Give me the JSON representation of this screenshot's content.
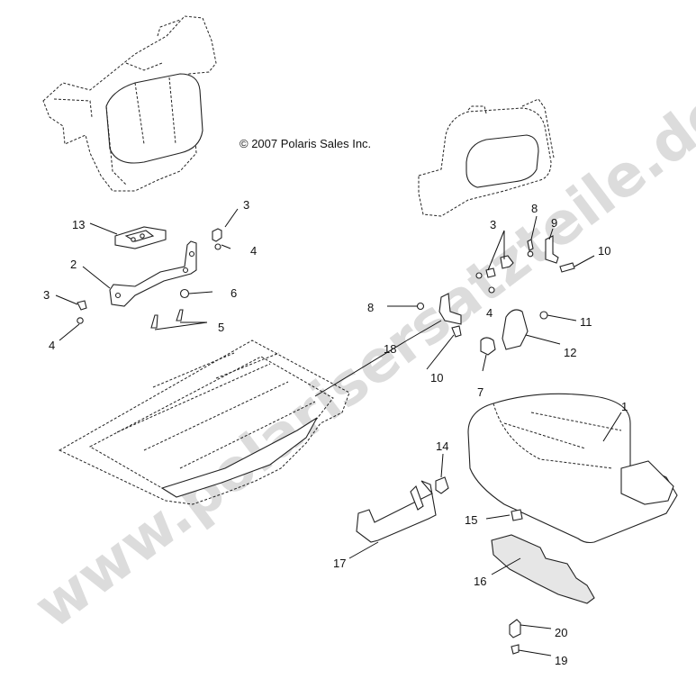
{
  "copyright": "© 2007 Polaris Sales Inc.",
  "watermark": "www.polarisersatzteile.de",
  "callouts": [
    {
      "id": "c1",
      "label": "1"
    },
    {
      "id": "c2",
      "label": "2"
    },
    {
      "id": "c3a",
      "label": "3"
    },
    {
      "id": "c3b",
      "label": "3"
    },
    {
      "id": "c3c",
      "label": "3"
    },
    {
      "id": "c4a",
      "label": "4"
    },
    {
      "id": "c4b",
      "label": "4"
    },
    {
      "id": "c4c",
      "label": "4"
    },
    {
      "id": "c5",
      "label": "5"
    },
    {
      "id": "c6",
      "label": "6"
    },
    {
      "id": "c7",
      "label": "7"
    },
    {
      "id": "c8a",
      "label": "8"
    },
    {
      "id": "c8b",
      "label": "8"
    },
    {
      "id": "c9",
      "label": "9"
    },
    {
      "id": "c10a",
      "label": "10"
    },
    {
      "id": "c10b",
      "label": "10"
    },
    {
      "id": "c11",
      "label": "11"
    },
    {
      "id": "c12",
      "label": "12"
    },
    {
      "id": "c13",
      "label": "13"
    },
    {
      "id": "c14",
      "label": "14"
    },
    {
      "id": "c15",
      "label": "15"
    },
    {
      "id": "c16",
      "label": "16"
    },
    {
      "id": "c17",
      "label": "17"
    },
    {
      "id": "c18",
      "label": "18"
    },
    {
      "id": "c19",
      "label": "19"
    },
    {
      "id": "c20",
      "label": "20"
    }
  ]
}
